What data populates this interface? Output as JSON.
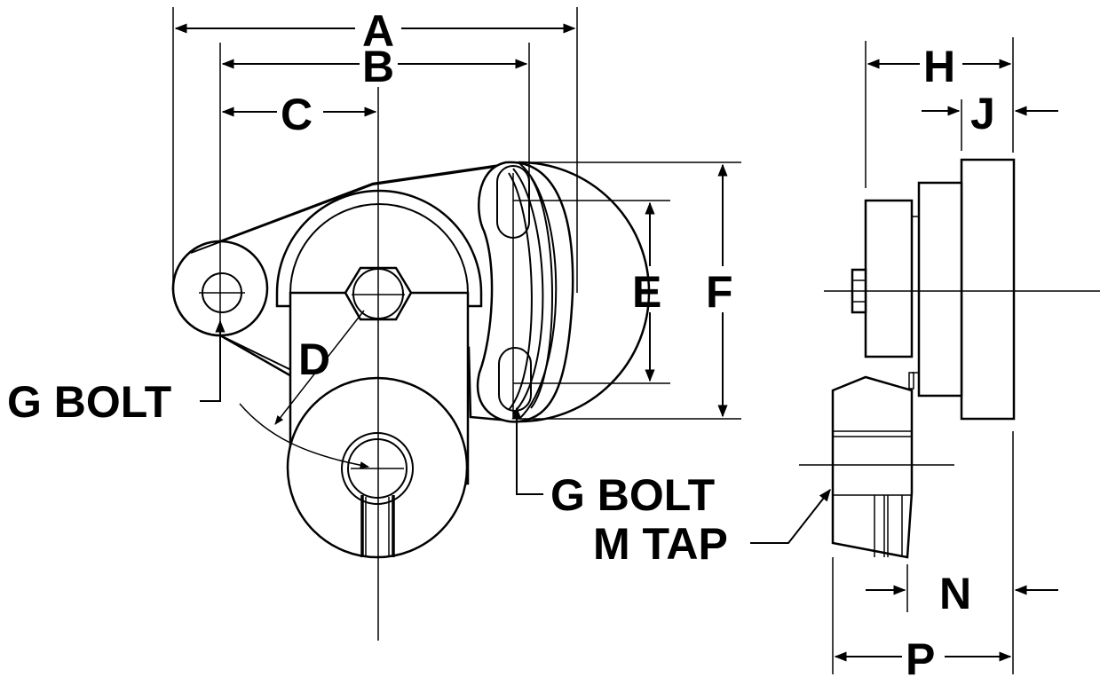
{
  "labels": {
    "A": "A",
    "B": "B",
    "C": "C",
    "D": "D",
    "E": "E",
    "F": "F",
    "G_left": "G BOLT",
    "G_right": "G BOLT",
    "H": "H",
    "J": "J",
    "M": "M TAP",
    "N": "N",
    "P": "P"
  }
}
